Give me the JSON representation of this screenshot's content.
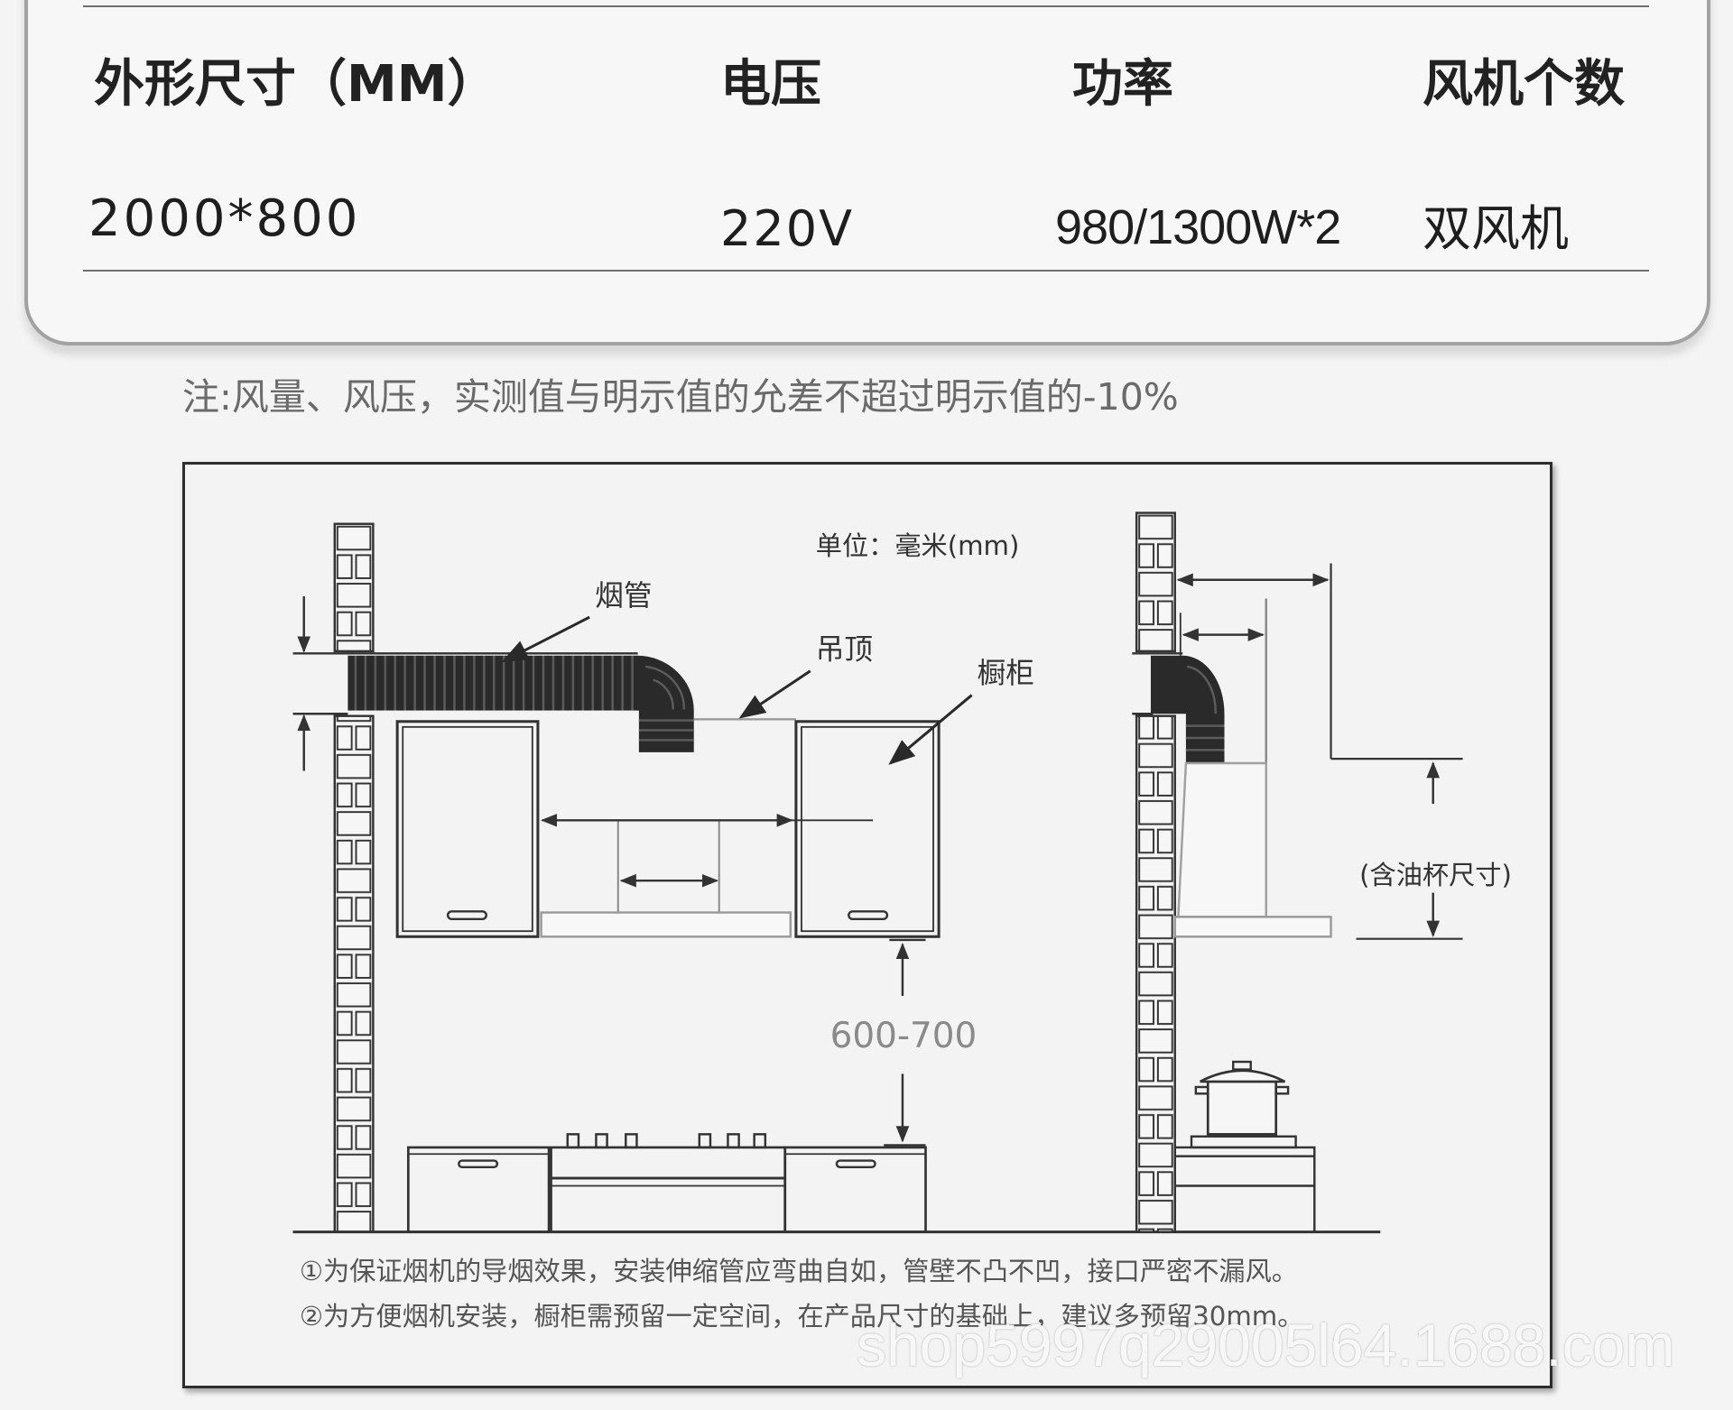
{
  "spec_table": {
    "headers": [
      "外形尺寸（MM）",
      "电压",
      "功率",
      "风机个数"
    ],
    "values": [
      "2000*800",
      "220V",
      "980/1300W*2",
      "双风机"
    ]
  },
  "note": "注:风量、风压，实测值与明示值的允差不超过明示值的-10%",
  "diagram": {
    "unit_label": "单位：毫米(mm)",
    "duct_label": "烟管",
    "ceiling_label": "吊顶",
    "cabinet_label": "橱柜",
    "height_range": "600-700",
    "oil_cup_label": "(含油杯尺寸)",
    "notes": [
      "①为保证烟机的导烟效果，安装伸缩管应弯曲自如，管壁不凸不凹，接口严密不漏风。",
      "②为方便烟机安装，橱柜需预留一定空间，在产品尺寸的基础上，建议多预留30mm。"
    ]
  },
  "watermark": "shop5997q29005l64.1688.com",
  "colors": {
    "line": "#333333",
    "note_text": "#666666",
    "dimension_text": "#8a8a8a"
  }
}
